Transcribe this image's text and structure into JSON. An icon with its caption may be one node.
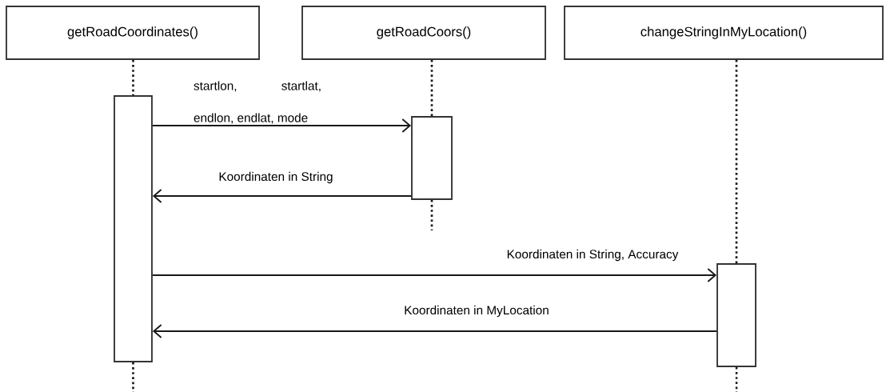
{
  "diagram": {
    "nodes": [
      {
        "text": [
          "getRoadCoordinates()"
        ]
      },
      {
        "text": [
          "getRoadCoors()"
        ]
      },
      {
        "text": [
          "changeStringInMyLocation()"
        ]
      },
      {
        "text": [],
        "shape": "bar"
      },
      {
        "text": [],
        "shape": "bar"
      },
      {
        "text": [],
        "shape": "bar"
      }
    ],
    "edges": [
      {
        "from": 0,
        "to": 3,
        "arrow": "none",
        "style": "dashed"
      },
      {
        "from": 1,
        "to": 4,
        "arrow": "none",
        "style": "dashed"
      },
      {
        "from": 2,
        "to": 5,
        "arrow": "none",
        "style": "dashed"
      },
      {
        "from": 3,
        "to": 4,
        "arrow": "to",
        "label": "startlon, startlat, endlon, endlat, mode"
      },
      {
        "from": 4,
        "to": 3,
        "arrow": "to",
        "label": "Koordinaten in String"
      },
      {
        "from": 3,
        "to": 5,
        "arrow": "to",
        "label": "Koordinaten in String, Accuracy"
      },
      {
        "from": 5,
        "to": 3,
        "arrow": "to",
        "label": "Koordinaten in MyLocation"
      },
      {
        "from": 3,
        "to": null,
        "arrow": "none",
        "style": "dashed"
      },
      {
        "from": 4,
        "to": null,
        "arrow": "none",
        "style": "dashed"
      },
      {
        "from": 5,
        "to": null,
        "arrow": "none",
        "style": "dashed"
      }
    ]
  }
}
